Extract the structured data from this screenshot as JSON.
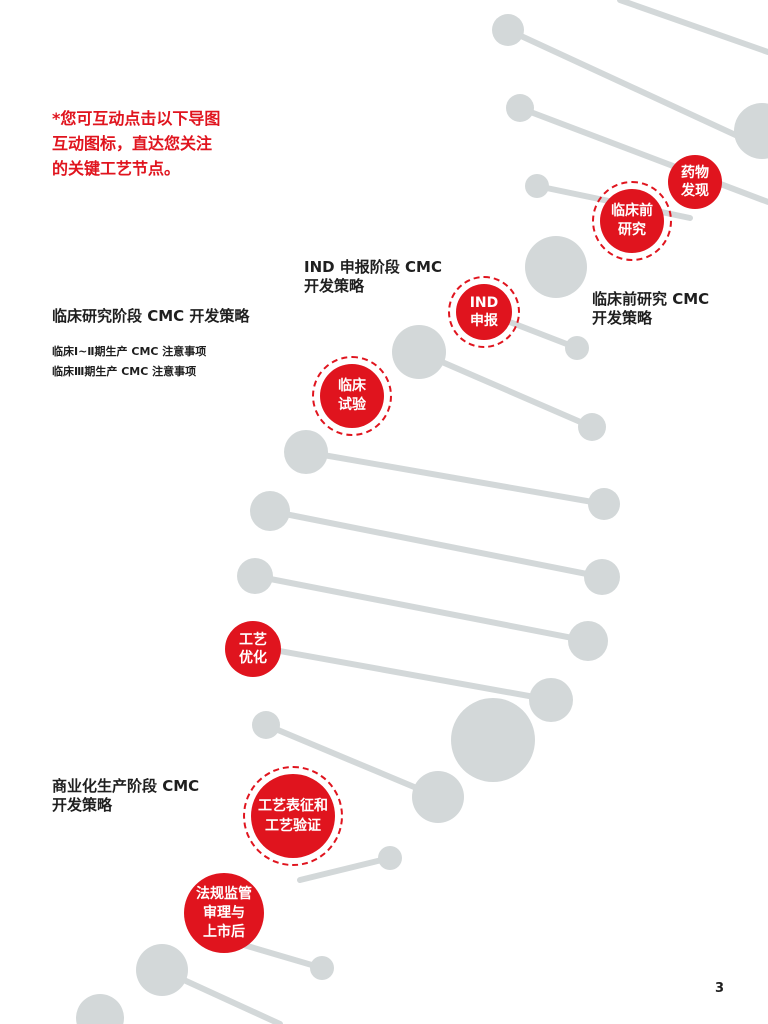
{
  "intro": {
    "lines": [
      "*您可互动点击以下导图",
      "互动图标，直达您关注",
      "的关键工艺节点。"
    ],
    "color": "#e0141e"
  },
  "headings": {
    "ind": [
      "IND 申报阶段 CMC",
      "开发策略"
    ],
    "preclinical": [
      "临床前研究 CMC",
      "开发策略"
    ],
    "clinical": "临床研究阶段 CMC 开发策略",
    "commercial": [
      "商业化生产阶段 CMC",
      "开发策略"
    ]
  },
  "clinical_items": [
    "临床Ⅰ~Ⅱ期生产 CMC 注意事项",
    "临床Ⅲ期生产 CMC 注意事项"
  ],
  "nodes": {
    "discovery": [
      "药物",
      "发现"
    ],
    "preclinical": [
      "临床前",
      "研究"
    ],
    "ind": [
      "IND",
      "申报"
    ],
    "clinical": [
      "临床",
      "试验"
    ],
    "process_opt": [
      "工艺",
      "优化"
    ],
    "characterization": [
      "工艺表征和",
      "工艺验证"
    ],
    "regulatory": [
      "法规监管",
      "审理与",
      "上市后"
    ]
  },
  "page_number": "3",
  "colors": {
    "accent": "#e0141e",
    "helix": "#d3d8d9"
  }
}
